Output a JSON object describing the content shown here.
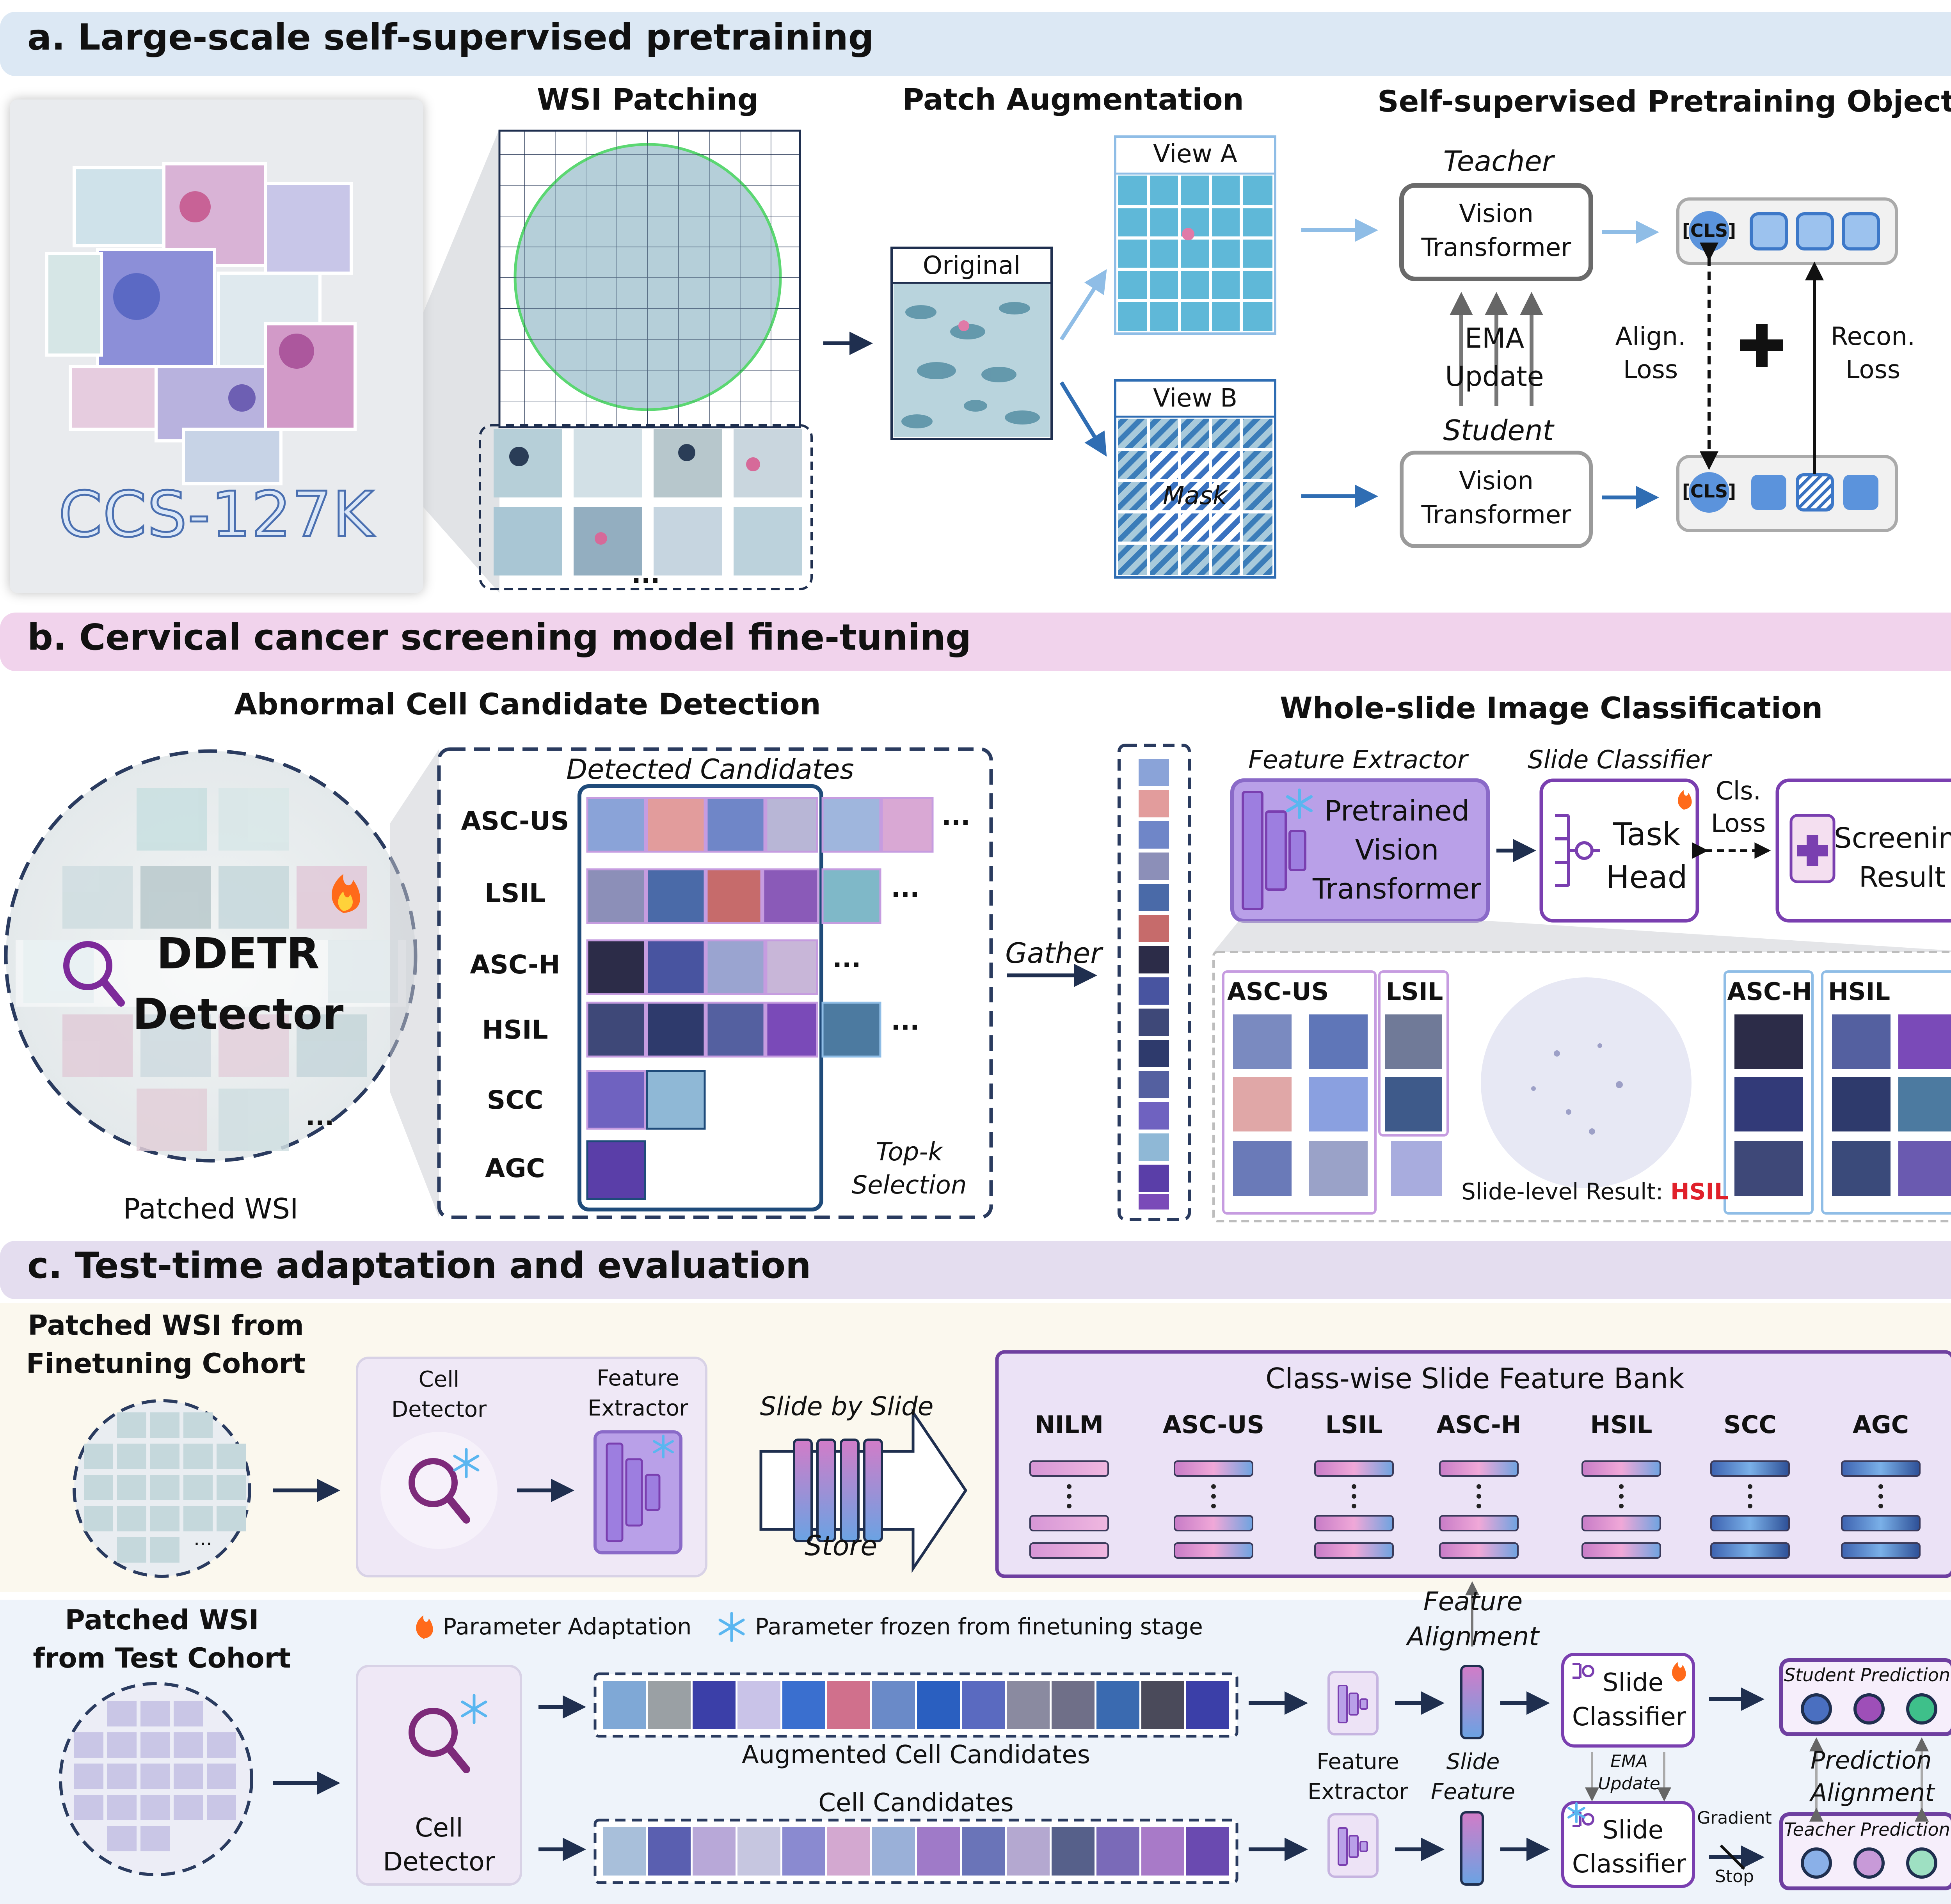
{
  "colors": {
    "band_a": "#dce8f4",
    "band_b": "#f1d3ec",
    "band_c": "#e4ddef",
    "bg_cream": "#fbf8ee",
    "bg_blue": "#eef3fa",
    "purple": "#7a3fb0",
    "purple_fill": "#b9a0e8",
    "navy": "#1f2f4f",
    "blue": "#2f6db3",
    "lightblue": "#8fbde6",
    "red": "#e0202a",
    "stain_teal": "#6fb3c9",
    "stain_pink": "#e07aa8",
    "stain_purple": "#5a4aa8"
  },
  "section_a": {
    "title": "a. Large-scale self-supervised pretraining",
    "dataset_label": "CCS-127K",
    "wsi_patching": {
      "title": "WSI Patching",
      "ellipsis": "..."
    },
    "patch_aug": {
      "title": "Patch Augmentation",
      "original": "Original",
      "view_a": "View A",
      "view_b": "View B",
      "mask": "Mask"
    },
    "objectives": {
      "title": "Self-supervised Pretraining Objectives",
      "teacher": "Teacher",
      "student": "Student",
      "vit_line1": "Vision",
      "vit_line2": "Transformer",
      "ema_line1": "EMA",
      "ema_line2": "Update",
      "cls_token": "[CLS]",
      "align_line1": "Align.",
      "align_line2": "Loss",
      "recon_line1": "Recon.",
      "recon_line2": "Loss",
      "plus": "+"
    }
  },
  "section_b": {
    "title": "b. Cervical cancer screening model fine-tuning",
    "detection_title": "Abnormal Cell Candidate Detection",
    "detector_line1": "DDETR",
    "detector_line2": "Detector",
    "detector_ellipsis": "...",
    "patched_wsi": "Patched WSI",
    "detected_candidates": "Detected Candidates",
    "classes": [
      "ASC-US",
      "LSIL",
      "ASC-H",
      "HSIL",
      "SCC",
      "AGC"
    ],
    "row_ellipsis": "...",
    "topk_line1": "Top-k",
    "topk_line2": "Selection",
    "gather": "Gather",
    "wsi_cls_title": "Whole-slide Image Classification",
    "feature_extractor": "Feature Extractor",
    "slide_classifier": "Slide Classifier",
    "pretrained_line1": "Pretrained",
    "pretrained_line2": "Vision",
    "pretrained_line3": "Transformer",
    "task_line1": "Task",
    "task_line2": "Head",
    "cls_loss_line1": "Cls.",
    "cls_loss_line2": "Loss",
    "screening_line1": "Screening",
    "screening_line2": "Result",
    "example_groups": [
      "ASC-US",
      "LSIL",
      "ASC-H",
      "HSIL"
    ],
    "slide_result_label": "Slide-level Result: ",
    "slide_result_value": "HSIL"
  },
  "section_c": {
    "title": "c. Test-time adaptation and evaluation",
    "finetune_cohort_line1": "Patched WSI from",
    "finetune_cohort_line2": "Finetuning Cohort",
    "cell_det_line1": "Cell",
    "cell_det_line2": "Detector",
    "feat_ext_line1": "Feature",
    "feat_ext_line2": "Extractor",
    "slide_by_slide": "Slide by Slide",
    "store": "Store",
    "bank_title": "Class-wise Slide Feature Bank",
    "bank_classes": [
      "NILM",
      "ASC-US",
      "LSIL",
      "ASC-H",
      "HSIL",
      "SCC",
      "AGC"
    ],
    "feature_alignment_line1": "Feature",
    "feature_alignment_line2": "Alignment",
    "test_cohort_line1": "Patched WSI",
    "test_cohort_line2": "from Test Cohort",
    "legend_adapt": "Parameter Adaptation",
    "legend_frozen": "Parameter frozen from finetuning stage",
    "augmented_candidates": "Augmented Cell Candidates",
    "cell_candidates": "Cell Candidates",
    "slide_feature_line1": "Slide",
    "slide_feature_line2": "Feature",
    "slide_cls_line1": "Slide",
    "slide_cls_line2": "Classifier",
    "ema_line1": "EMA",
    "ema_line2": "Update",
    "gradient_line1": "Gradient",
    "gradient_line2": "Stop",
    "student_prediction": "Student Prediction",
    "teacher_prediction": "Teacher Prediction",
    "pred_align_line1": "Prediction",
    "pred_align_line2": "Alignment",
    "ellipsis": "..."
  }
}
